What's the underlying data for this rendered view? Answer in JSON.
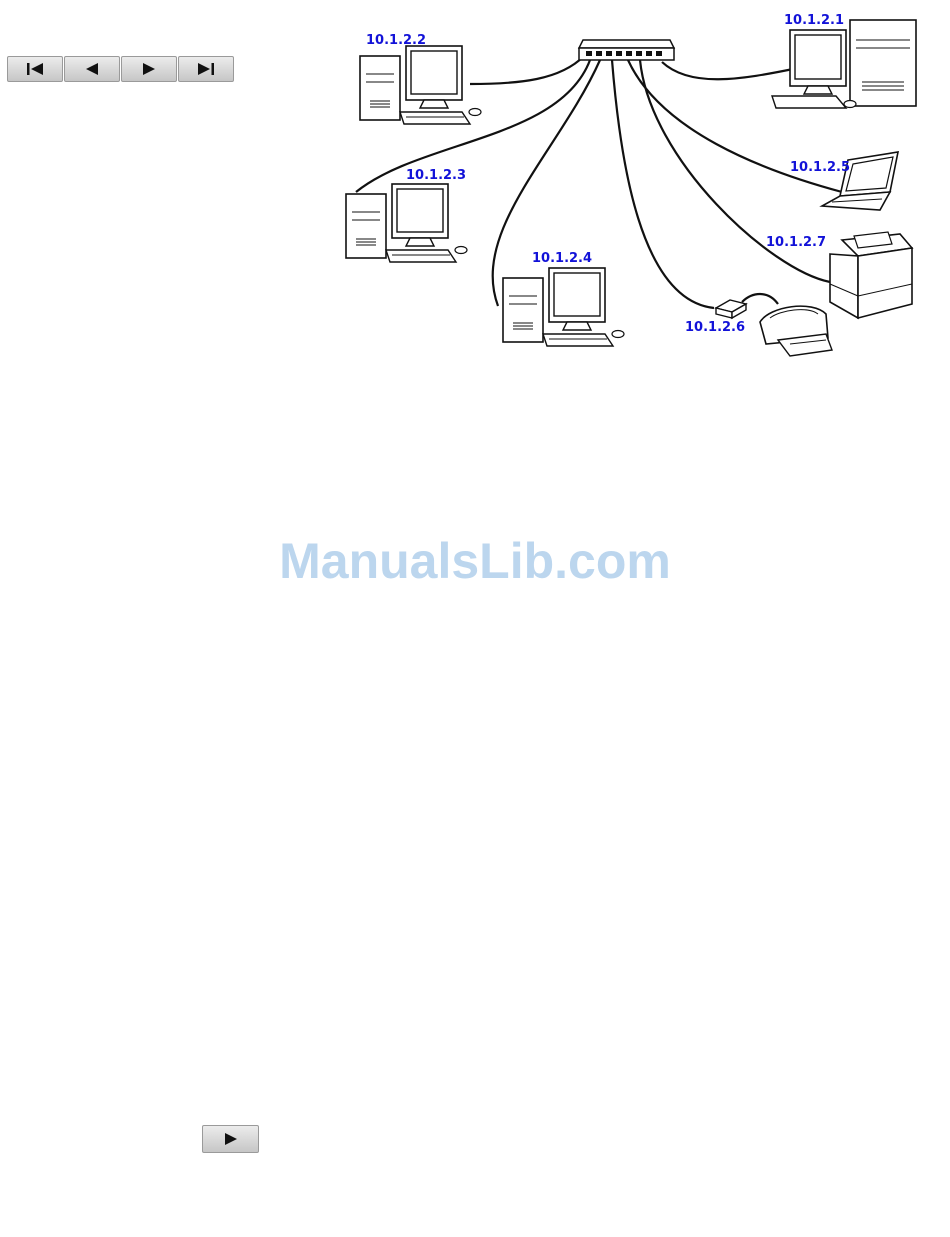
{
  "nav": {
    "first": "first-page",
    "prev": "previous-page",
    "next": "next-page",
    "last": "last-page"
  },
  "diagram": {
    "hub": "network-switch",
    "nodes": [
      {
        "kind": "desktop-pc",
        "ip": "10.1.2.2"
      },
      {
        "kind": "desktop-pc",
        "ip": "10.1.2.1"
      },
      {
        "kind": "desktop-pc",
        "ip": "10.1.2.3"
      },
      {
        "kind": "laptop",
        "ip": "10.1.2.5"
      },
      {
        "kind": "desktop-pc",
        "ip": "10.1.2.4"
      },
      {
        "kind": "laser-printer",
        "ip": "10.1.2.7"
      },
      {
        "kind": "print-server-with-inkjet-printer",
        "ip": "10.1.2.6"
      }
    ]
  },
  "watermark": "ManualsLib.com",
  "colors": {
    "ip_label": "#1212d8",
    "watermark": "#bcd6ee"
  }
}
